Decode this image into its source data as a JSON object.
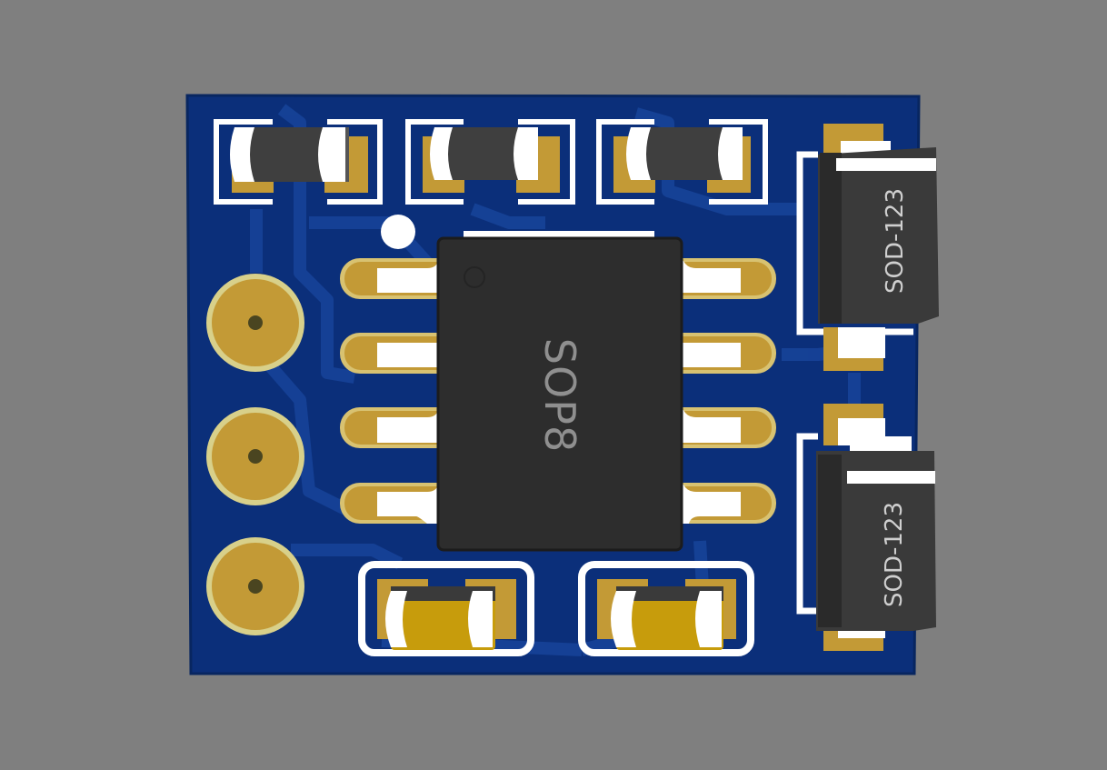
{
  "board": {
    "ic": {
      "label": "SOP8"
    },
    "diodes": [
      {
        "label": "SOD-123"
      },
      {
        "label": "SOD-123"
      }
    ]
  },
  "colors": {
    "background": "#7f7f7f",
    "pcb": "#0b2f7a",
    "pcb_edge": "#072562",
    "trace": "#14428f",
    "pad_gold": "#c39a36",
    "pad_gold_light": "#d8c271",
    "silkscreen": "#ffffff",
    "component_body": "#333333",
    "capacitor_body": "#c79c0c"
  },
  "icons": [
    "pcb-board",
    "ic-chip",
    "diode",
    "resistor",
    "capacitor",
    "through-hole-pad"
  ]
}
